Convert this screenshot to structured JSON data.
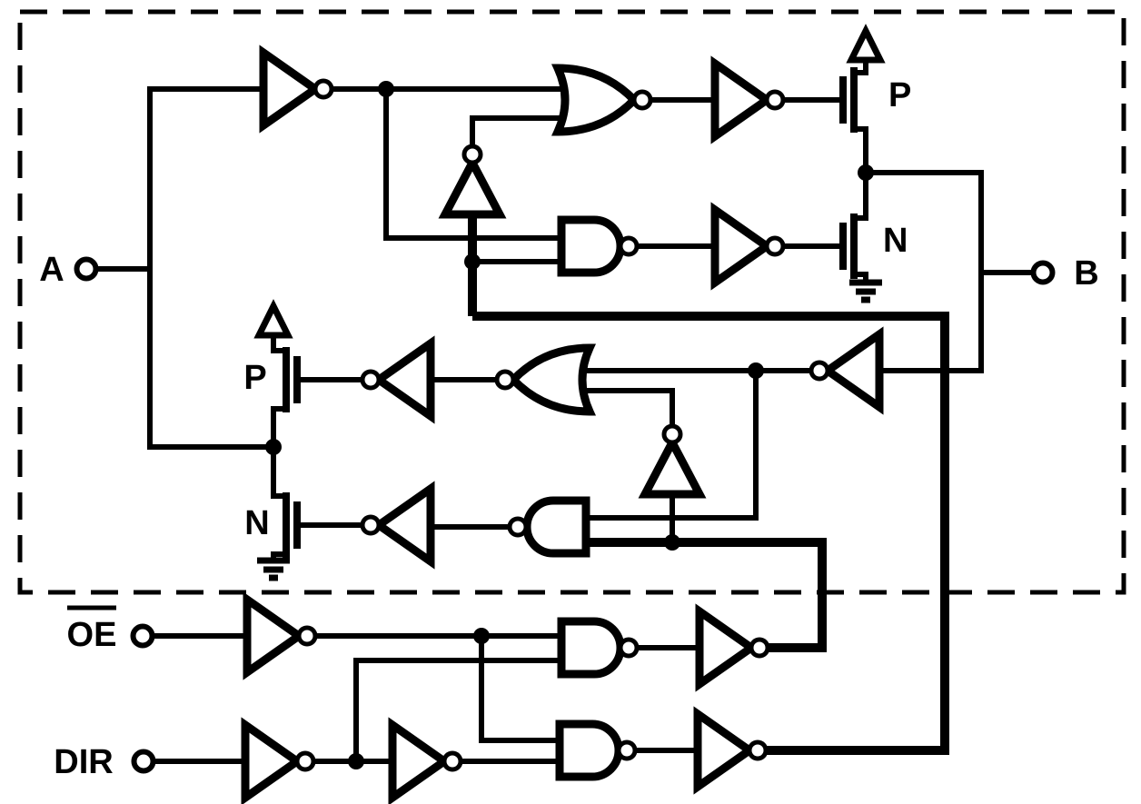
{
  "schematic": {
    "description": "CMOS bus transceiver cell logic diagram with bidirectional A/B ports, output-enable and direction control",
    "colors": {
      "ink": "#000000",
      "paper": "#ffffff"
    },
    "ports": [
      {
        "id": "a",
        "label": "A",
        "overline": false
      },
      {
        "id": "b",
        "label": "B",
        "overline": false
      },
      {
        "id": "oe",
        "label": "OE",
        "overline": true
      },
      {
        "id": "dir",
        "label": "DIR",
        "overline": false
      }
    ],
    "transistor_labels": {
      "b_driver_pmos": "P",
      "b_driver_nmos": "N",
      "a_driver_pmos": "P",
      "a_driver_nmos": "N"
    },
    "components": [
      {
        "id": "cell-enclosure",
        "type": "dashed-box"
      },
      {
        "id": "a-input-inverter",
        "type": "inverter"
      },
      {
        "id": "b-path-nor-gate",
        "type": "nor-gate"
      },
      {
        "id": "b-path-nand-gate",
        "type": "nand-gate"
      },
      {
        "id": "b-enable-inverter",
        "type": "inverter-up"
      },
      {
        "id": "b-pmos-drive-inverter",
        "type": "inverter"
      },
      {
        "id": "b-nmos-drive-inverter",
        "type": "inverter"
      },
      {
        "id": "b-output-pmos",
        "type": "pmos-transistor"
      },
      {
        "id": "b-output-nmos",
        "type": "nmos-transistor"
      },
      {
        "id": "b-feedback-inverter",
        "type": "inverter-left"
      },
      {
        "id": "a-path-nor-gate",
        "type": "nor-gate-mirrored"
      },
      {
        "id": "a-path-nand-gate",
        "type": "nand-gate-mirrored"
      },
      {
        "id": "a-enable-inverter",
        "type": "inverter-up"
      },
      {
        "id": "a-pmos-drive-inverter",
        "type": "inverter-left"
      },
      {
        "id": "a-nmos-drive-inverter",
        "type": "inverter-left"
      },
      {
        "id": "a-output-pmos",
        "type": "pmos-transistor"
      },
      {
        "id": "a-output-nmos",
        "type": "nmos-transistor"
      },
      {
        "id": "oe-input-inverter",
        "type": "inverter"
      },
      {
        "id": "dir-input-inverter",
        "type": "inverter"
      },
      {
        "id": "dir-second-inverter",
        "type": "inverter"
      },
      {
        "id": "enable-a-nand-gate",
        "type": "nand-gate"
      },
      {
        "id": "enable-a-output-inverter",
        "type": "inverter"
      },
      {
        "id": "enable-b-nand-gate",
        "type": "nand-gate"
      },
      {
        "id": "enable-b-output-inverter",
        "type": "inverter"
      },
      {
        "id": "vdd-symbol-right",
        "type": "power-arrow"
      },
      {
        "id": "vdd-symbol-left",
        "type": "power-arrow"
      },
      {
        "id": "gnd-symbol-right",
        "type": "ground"
      },
      {
        "id": "gnd-symbol-left",
        "type": "ground"
      }
    ]
  }
}
